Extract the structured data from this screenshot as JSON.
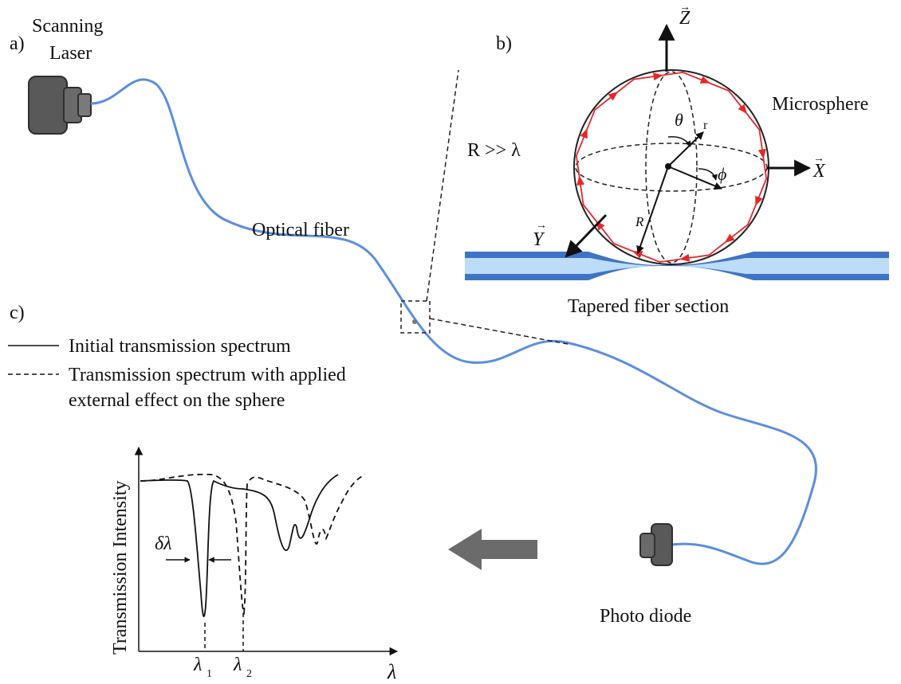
{
  "labels": {
    "panel_a": "a)",
    "panel_b": "b)",
    "panel_c": "c)",
    "scanning": "Scanning",
    "laser": "Laser",
    "optical_fiber": "Optical fiber",
    "photo_diode": "Photo diode",
    "microsphere": "Microsphere",
    "tapered_fiber_section": "Tapered fiber section",
    "size_condition": "R >> λ"
  },
  "axes": {
    "z": "Z",
    "x": "X",
    "y": "Y",
    "r_small": "r",
    "r_big": "R",
    "theta": "θ",
    "phi": "ϕ"
  },
  "legend": {
    "solid": "Initial transmission spectrum",
    "dashed_line1": "Transmission spectrum with applied",
    "dashed_line2": "external effect on the sphere"
  },
  "spectrum": {
    "ylabel": "Transmission Intensity",
    "xlabel": "λ",
    "shift_label": "δλ",
    "lambda1": "λ",
    "lambda1_sub": "1",
    "lambda2": "λ",
    "lambda2_sub": "2"
  },
  "colors": {
    "fiber": "#5b8ee0",
    "ray": "#e8262a",
    "device": "#5a5a5a",
    "tapered_dark": "#3f74c4",
    "tapered_light": "#bcdcf8",
    "arrow": "#6b6b6b"
  }
}
